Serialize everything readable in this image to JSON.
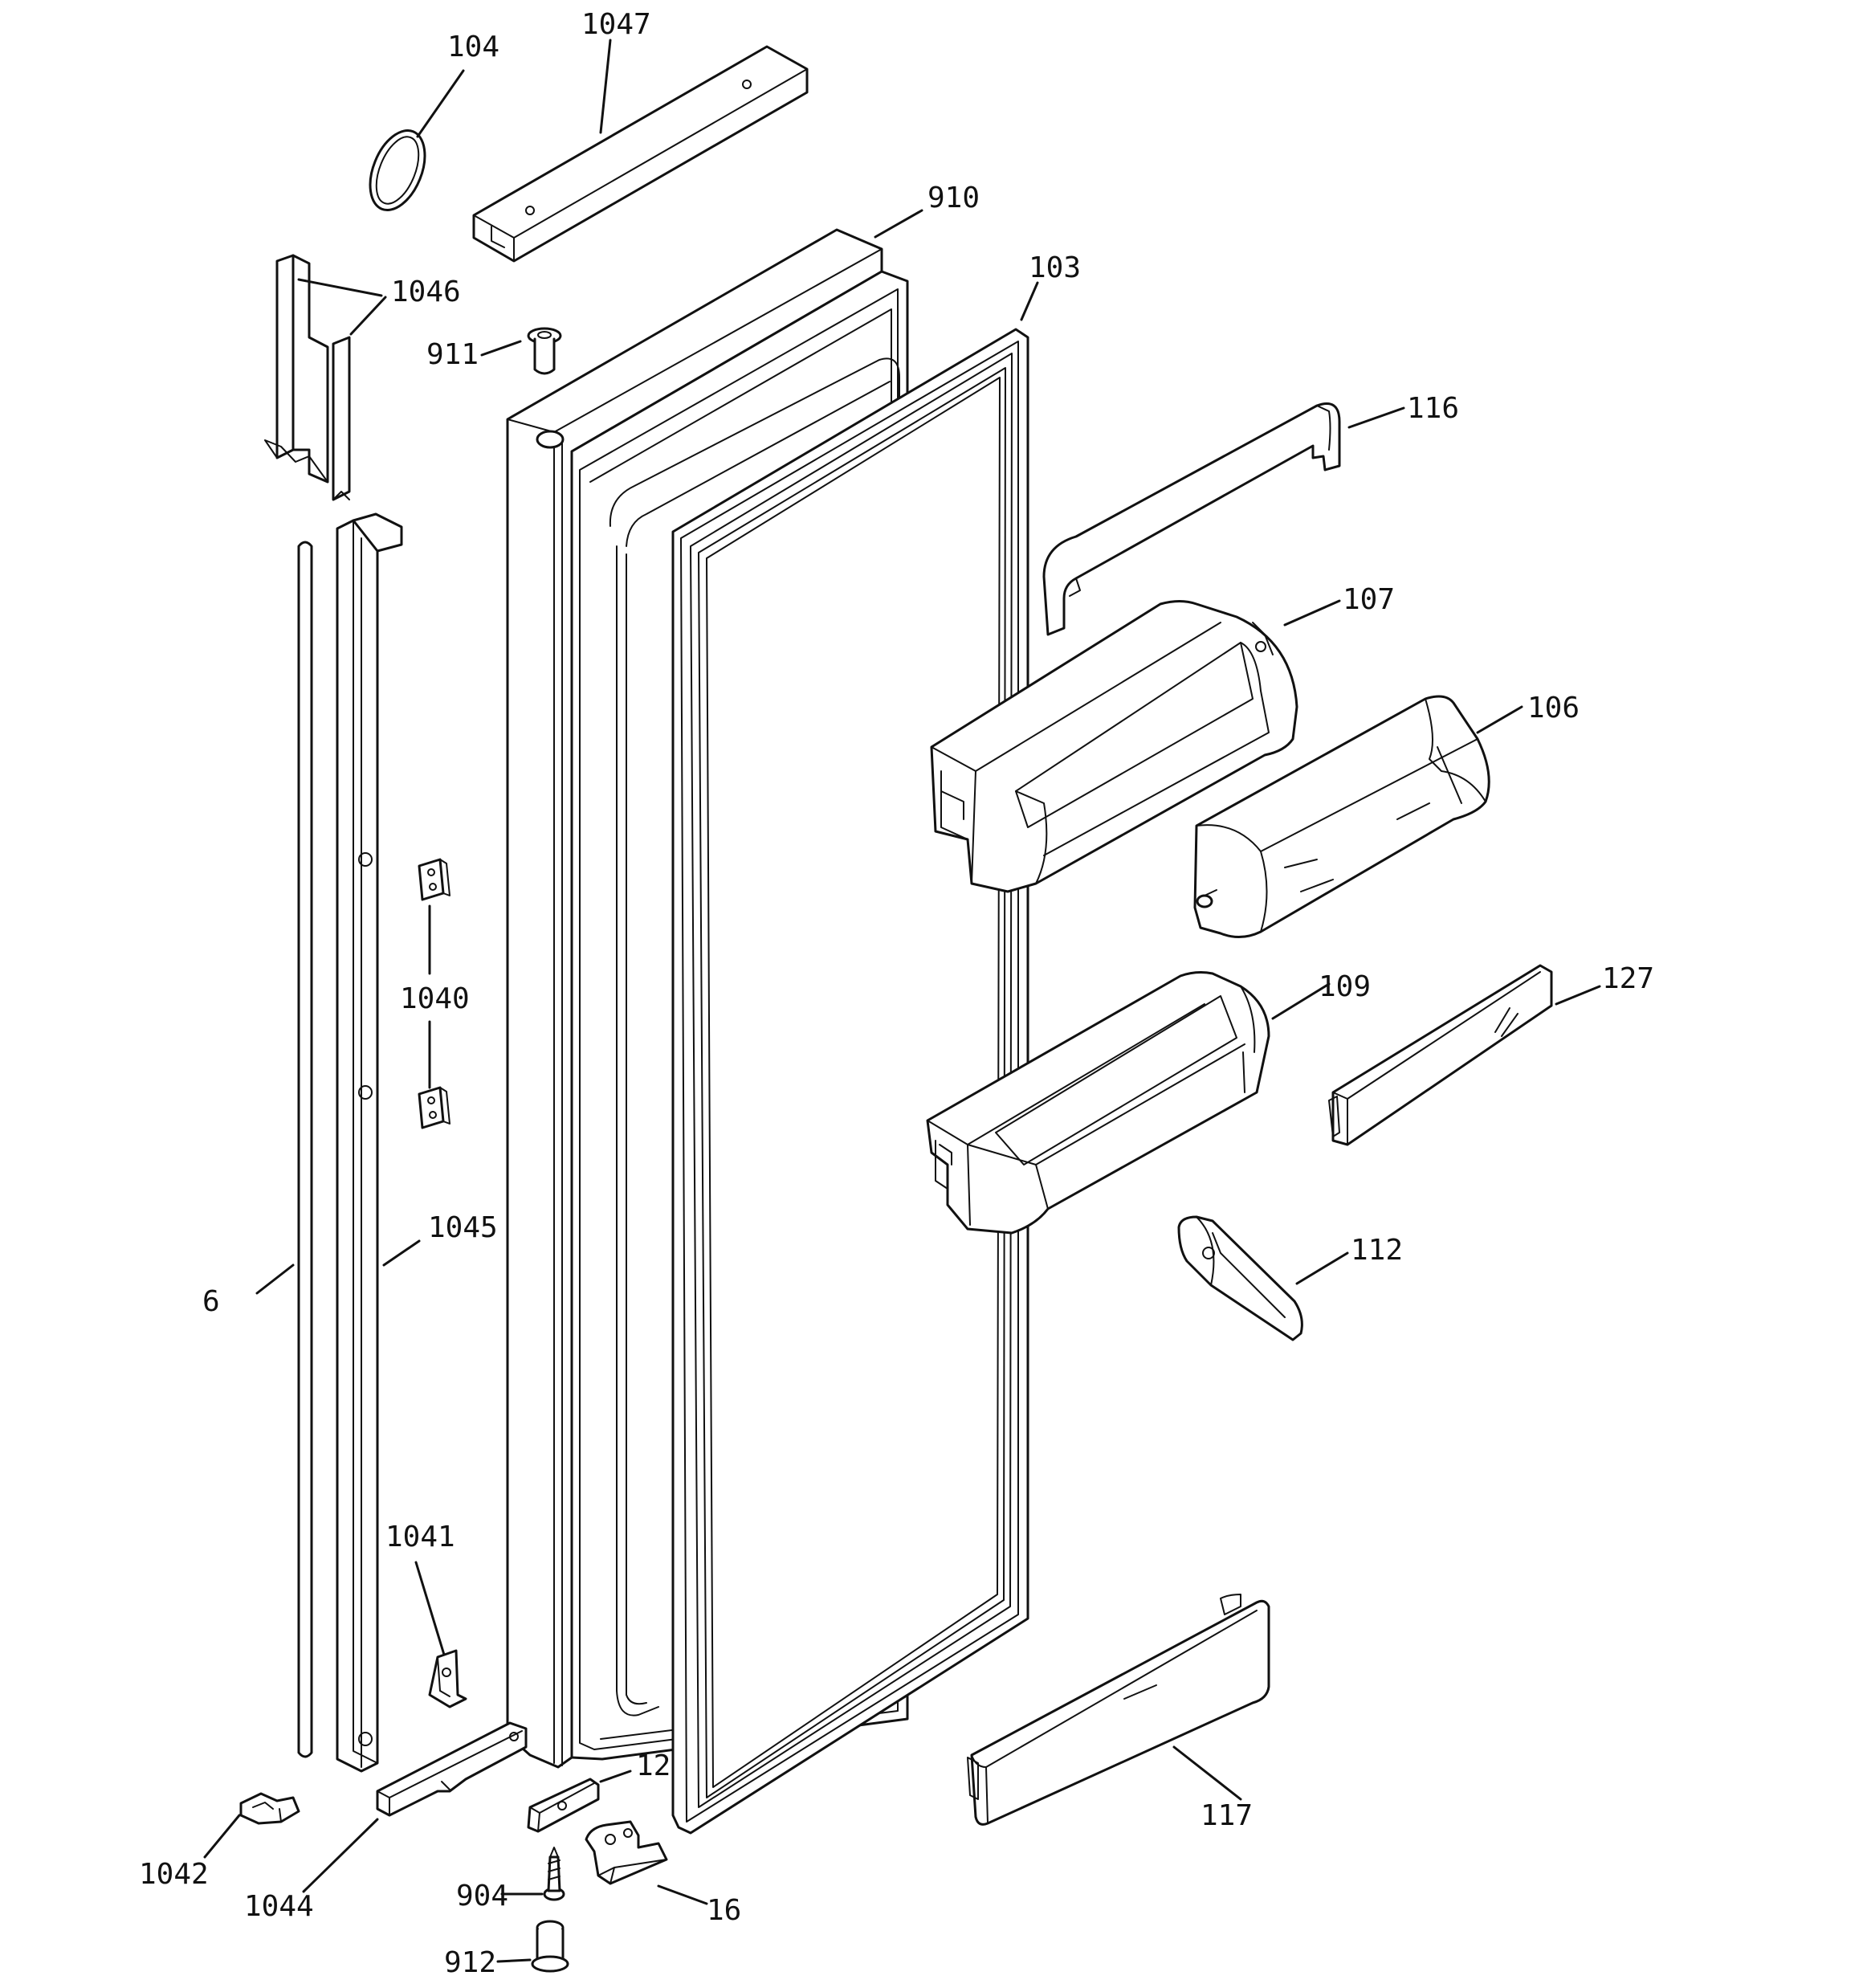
{
  "callouts": {
    "c104": "104",
    "c1047": "1047",
    "c910": "910",
    "c1046": "1046",
    "c103": "103",
    "c911": "911",
    "c116": "116",
    "c107": "107",
    "c106": "106",
    "c1040": "1040",
    "c109": "109",
    "c127": "127",
    "c1045": "1045",
    "c6": "6",
    "c112": "112",
    "c1041": "1041",
    "c12": "12",
    "c117": "117",
    "c1042": "1042",
    "c1044": "1044",
    "c904": "904",
    "c16": "16",
    "c912": "912"
  },
  "colors": {
    "line": "#111111",
    "background": "#ffffff"
  }
}
